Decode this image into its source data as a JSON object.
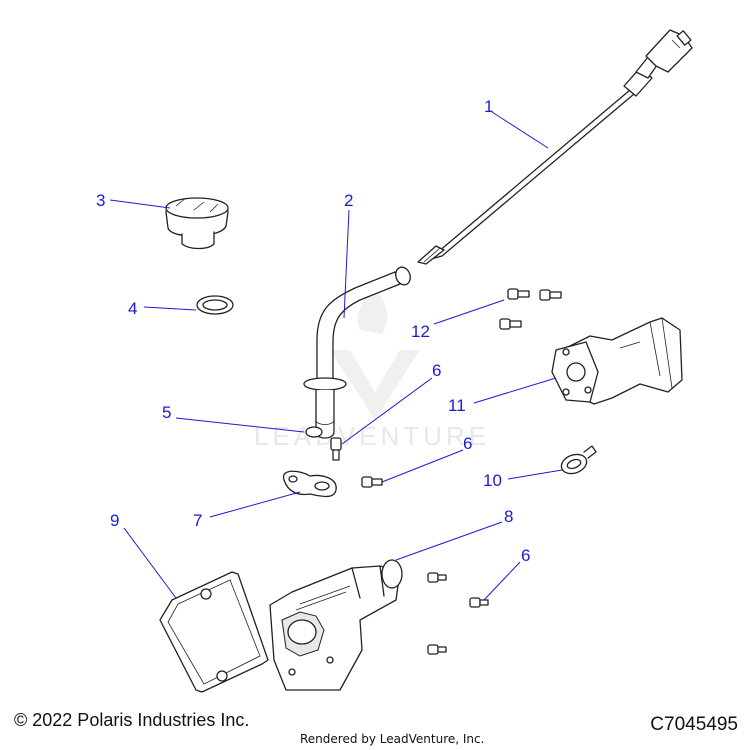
{
  "watermark": "LEADVENTURE",
  "callouts": {
    "c1": "1",
    "c2": "2",
    "c3": "3",
    "c4": "4",
    "c5": "5",
    "c6a": "6",
    "c6b": "6",
    "c6c": "6",
    "c7": "7",
    "c8": "8",
    "c9": "9",
    "c10": "10",
    "c11": "11",
    "c12": "12"
  },
  "footer": {
    "copyright": "© 2022 Polaris Industries Inc.",
    "rendered_by": "Rendered by LeadVenture, Inc.",
    "figure_id": "C7045495"
  }
}
